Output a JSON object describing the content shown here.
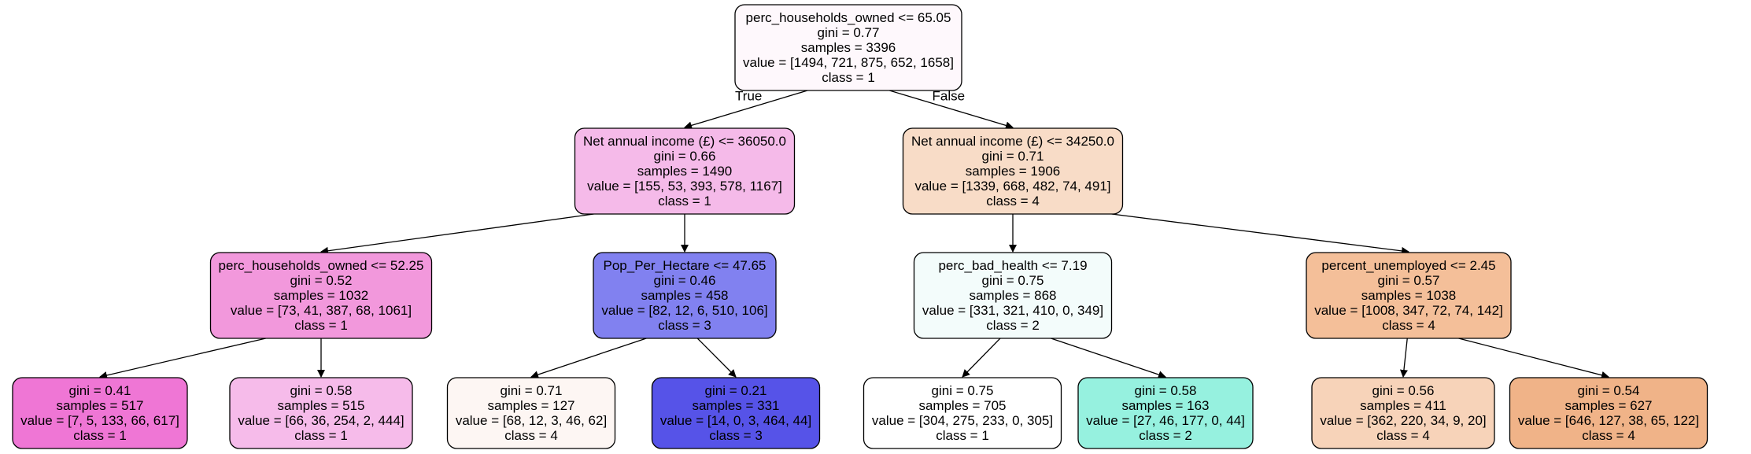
{
  "tree": {
    "nodes": [
      {
        "id": "n0",
        "color": "#fef8fc",
        "lines": [
          "perc_households_owned <= 65.05",
          "gini = 0.77",
          "samples = 3396",
          "value = [1494, 721, 875, 652, 1658]",
          "class = 1"
        ]
      },
      {
        "id": "n1",
        "color": "#f5bae9",
        "lines": [
          "Net annual income (£) <= 36050.0",
          "gini = 0.66",
          "samples = 1490",
          "value = [155, 53, 393, 578, 1167]",
          "class = 1"
        ]
      },
      {
        "id": "n2",
        "color": "#f8dcc7",
        "lines": [
          "Net annual income (£) <= 34250.0",
          "gini = 0.71",
          "samples = 1906",
          "value = [1339, 668, 482, 74, 491]",
          "class = 4"
        ]
      },
      {
        "id": "n3",
        "color": "#f298dc",
        "lines": [
          "perc_households_owned <= 52.25",
          "gini = 0.52",
          "samples = 1032",
          "value = [73, 41, 387, 68, 1061]",
          "class = 1"
        ]
      },
      {
        "id": "n4",
        "color": "#8181f0",
        "lines": [
          "Pop_Per_Hectare <= 47.65",
          "gini = 0.46",
          "samples = 458",
          "value = [82, 12, 6, 510, 106]",
          "class = 3"
        ]
      },
      {
        "id": "n5",
        "color": "#f3fcfb",
        "lines": [
          "perc_bad_health <= 7.19",
          "gini = 0.75",
          "samples = 868",
          "value = [331, 321, 410, 0, 349]",
          "class = 2"
        ]
      },
      {
        "id": "n6",
        "color": "#f4bf99",
        "lines": [
          "percent_unemployed <= 2.45",
          "gini = 0.57",
          "samples = 1038",
          "value = [1008, 347, 72, 74, 142]",
          "class = 4"
        ]
      },
      {
        "id": "n7",
        "color": "#ef76d5",
        "lines": [
          "gini = 0.41",
          "samples = 517",
          "value = [7, 5, 133, 66, 617]",
          "class = 1"
        ]
      },
      {
        "id": "n8",
        "color": "#f6bbea",
        "lines": [
          "gini = 0.58",
          "samples = 515",
          "value = [66, 36, 254, 2, 444]",
          "class = 1"
        ]
      },
      {
        "id": "n9",
        "color": "#fdf6f3",
        "lines": [
          "gini = 0.71",
          "samples = 127",
          "value = [68, 12, 3, 46, 62]",
          "class = 4"
        ]
      },
      {
        "id": "n10",
        "color": "#5653e8",
        "lines": [
          "gini = 0.21",
          "samples = 331",
          "value = [14, 0, 3, 464, 44]",
          "class = 3"
        ]
      },
      {
        "id": "n11",
        "color": "#ffffff",
        "lines": [
          "gini = 0.75",
          "samples = 705",
          "value = [304, 275, 233, 0, 305]",
          "class = 1"
        ]
      },
      {
        "id": "n12",
        "color": "#96f1df",
        "lines": [
          "gini = 0.58",
          "samples = 163",
          "value = [27, 46, 177, 0, 44]",
          "class = 2"
        ]
      },
      {
        "id": "n13",
        "color": "#f7d3b9",
        "lines": [
          "gini = 0.56",
          "samples = 411",
          "value = [362, 220, 34, 9, 20]",
          "class = 4"
        ]
      },
      {
        "id": "n14",
        "color": "#f0b388",
        "lines": [
          "gini = 0.54",
          "samples = 627",
          "value = [646, 127, 38, 65, 122]",
          "class = 4"
        ]
      }
    ],
    "edges": [
      {
        "from": "n0",
        "to": "n1",
        "label": "True"
      },
      {
        "from": "n0",
        "to": "n2",
        "label": "False"
      },
      {
        "from": "n1",
        "to": "n3",
        "label": ""
      },
      {
        "from": "n1",
        "to": "n4",
        "label": ""
      },
      {
        "from": "n2",
        "to": "n5",
        "label": ""
      },
      {
        "from": "n2",
        "to": "n6",
        "label": ""
      },
      {
        "from": "n3",
        "to": "n7",
        "label": ""
      },
      {
        "from": "n3",
        "to": "n8",
        "label": ""
      },
      {
        "from": "n4",
        "to": "n9",
        "label": ""
      },
      {
        "from": "n4",
        "to": "n10",
        "label": ""
      },
      {
        "from": "n5",
        "to": "n11",
        "label": ""
      },
      {
        "from": "n5",
        "to": "n12",
        "label": ""
      },
      {
        "from": "n6",
        "to": "n13",
        "label": ""
      },
      {
        "from": "n6",
        "to": "n14",
        "label": ""
      }
    ]
  }
}
